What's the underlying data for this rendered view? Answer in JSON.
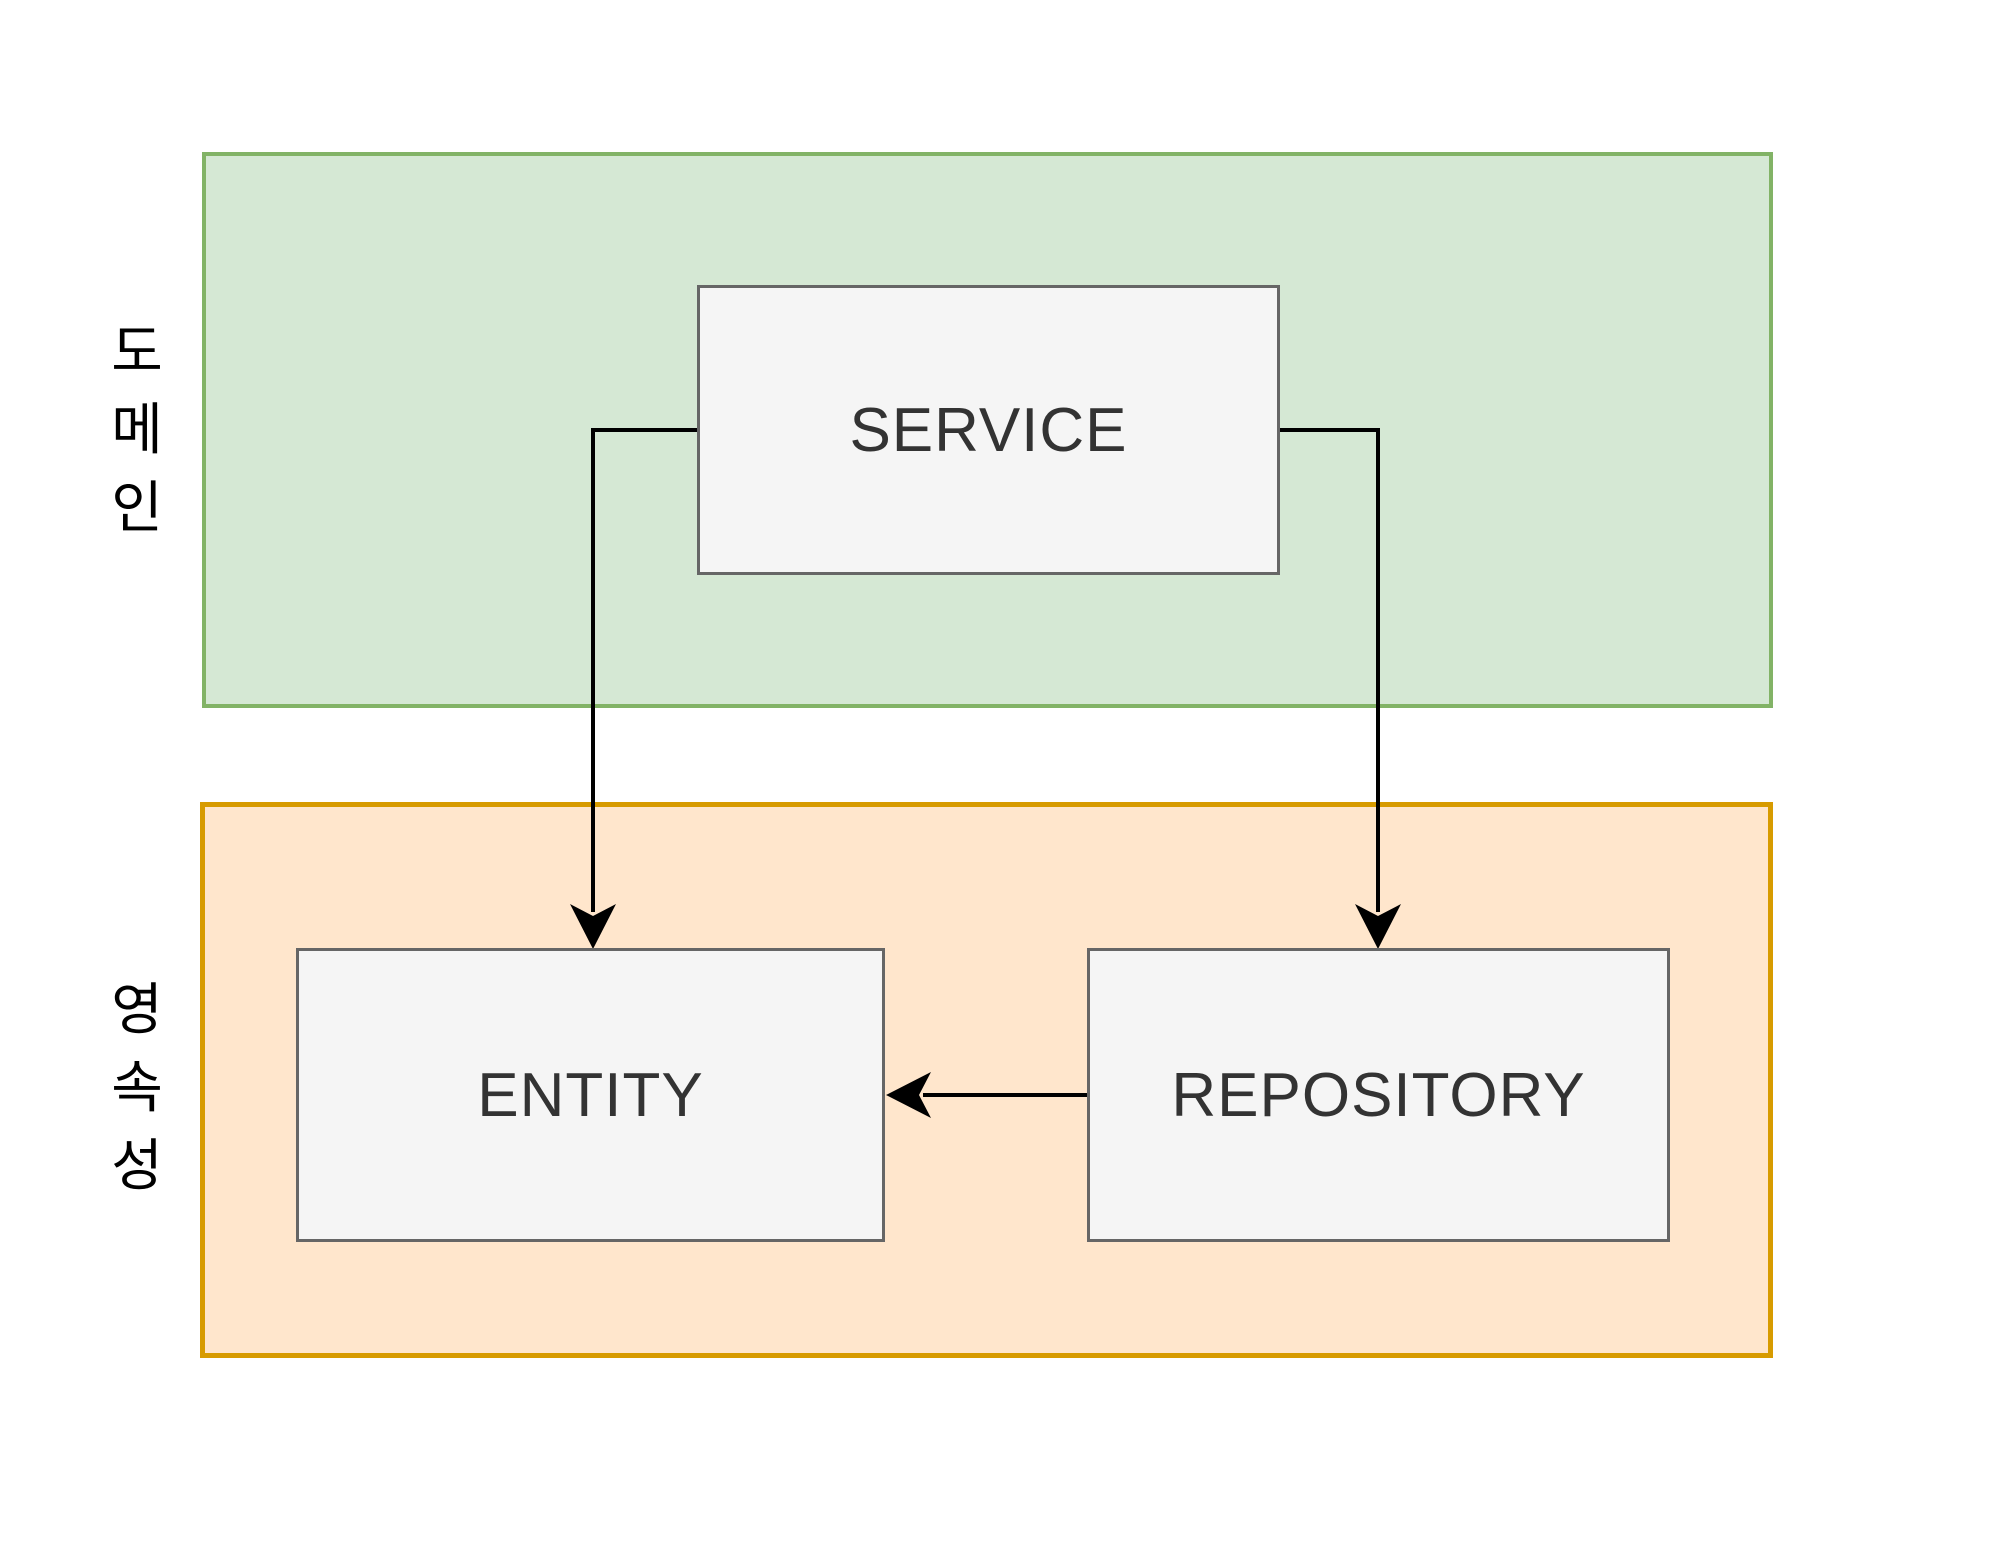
{
  "diagram": {
    "type": "layered-architecture-diagram",
    "background_color": "#ffffff",
    "lanes": [
      {
        "id": "domain",
        "label": "도메인",
        "fill": "#d5e8d4",
        "border_color": "#82b366"
      },
      {
        "id": "persistence",
        "label": "영속성",
        "fill": "#ffe6cc",
        "border_color": "#d79b00"
      }
    ],
    "nodes": [
      {
        "id": "service",
        "label": "SERVICE",
        "lane": "domain",
        "fill": "#f5f5f5",
        "border_color": "#666666",
        "text_color": "#333333"
      },
      {
        "id": "entity",
        "label": "ENTITY",
        "lane": "persistence",
        "fill": "#f5f5f5",
        "border_color": "#666666",
        "text_color": "#333333"
      },
      {
        "id": "repository",
        "label": "REPOSITORY",
        "lane": "persistence",
        "fill": "#f5f5f5",
        "border_color": "#666666",
        "text_color": "#333333"
      }
    ],
    "edges": [
      {
        "from": "SERVICE",
        "to": "ENTITY",
        "style": "orthogonal",
        "arrow": "filled-triangle",
        "color": "#000000"
      },
      {
        "from": "SERVICE",
        "to": "REPOSITORY",
        "style": "orthogonal",
        "arrow": "filled-triangle",
        "color": "#000000"
      },
      {
        "from": "REPOSITORY",
        "to": "ENTITY",
        "style": "straight",
        "arrow": "filled-triangle",
        "color": "#000000"
      }
    ]
  }
}
